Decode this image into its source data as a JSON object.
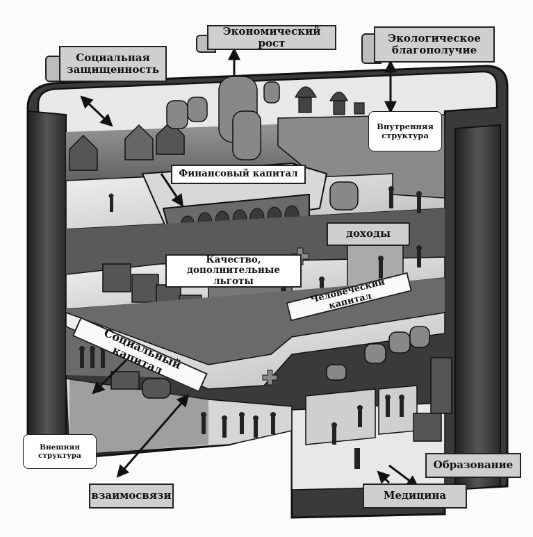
{
  "diagram": {
    "labels": {
      "social_security": "Социальная защищенность",
      "economic_growth": "Экономический рост",
      "eco_wellbeing": "Экологическое благополучие",
      "internal_structure": "Внутренняя структура",
      "financial_capital": "Финансовый капитал",
      "income": "доходы",
      "quality": "Качество, дополнительные льготы",
      "social_capital": "Социальный капитал",
      "human_capital": "Человеческий капитал",
      "external_structure": "Внешняя структура",
      "interconnections": "взаимосвязи",
      "education": "Образование",
      "medicine": "Медицина"
    }
  },
  "colors": {
    "wall_dark": "#2a2a2a",
    "wall_mid": "#5a5a5a",
    "floor_light": "#e6e6e6",
    "label_gray": "#cfcfcf",
    "ink": "#111111"
  }
}
